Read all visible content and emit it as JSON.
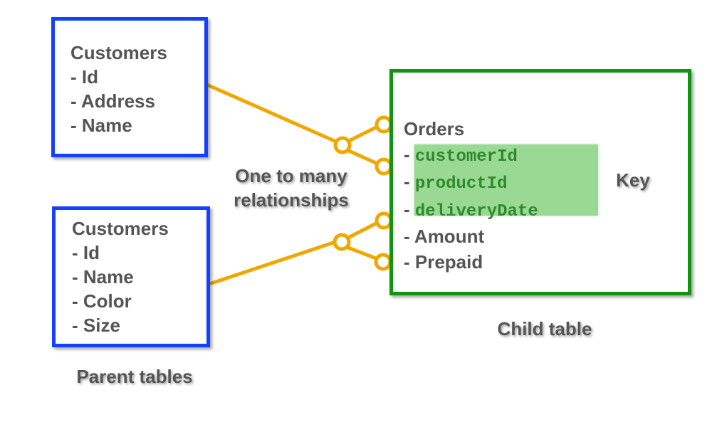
{
  "parent_tables": [
    {
      "lines": [
        "Customers",
        "- Id",
        "- Address",
        "- Name"
      ]
    },
    {
      "lines": [
        "Customers",
        "- Id",
        "- Name",
        "- Color",
        "- Size"
      ]
    }
  ],
  "child_table": {
    "title": "Orders",
    "key_prefix": "- ",
    "key_fields": [
      "customerId",
      "productId",
      "deliveryDate"
    ],
    "other_fields": [
      "- Amount",
      "- Prepaid"
    ]
  },
  "labels": {
    "relationship_line1": "One to many",
    "relationship_line2": "relationships",
    "key": "Key",
    "child_table": "Child table",
    "parent_tables": "Parent tables"
  },
  "colors": {
    "parent_border": "#1440ff",
    "child_border": "#129412",
    "connector": "#f0a800",
    "key_highlight": "#9ad994"
  }
}
